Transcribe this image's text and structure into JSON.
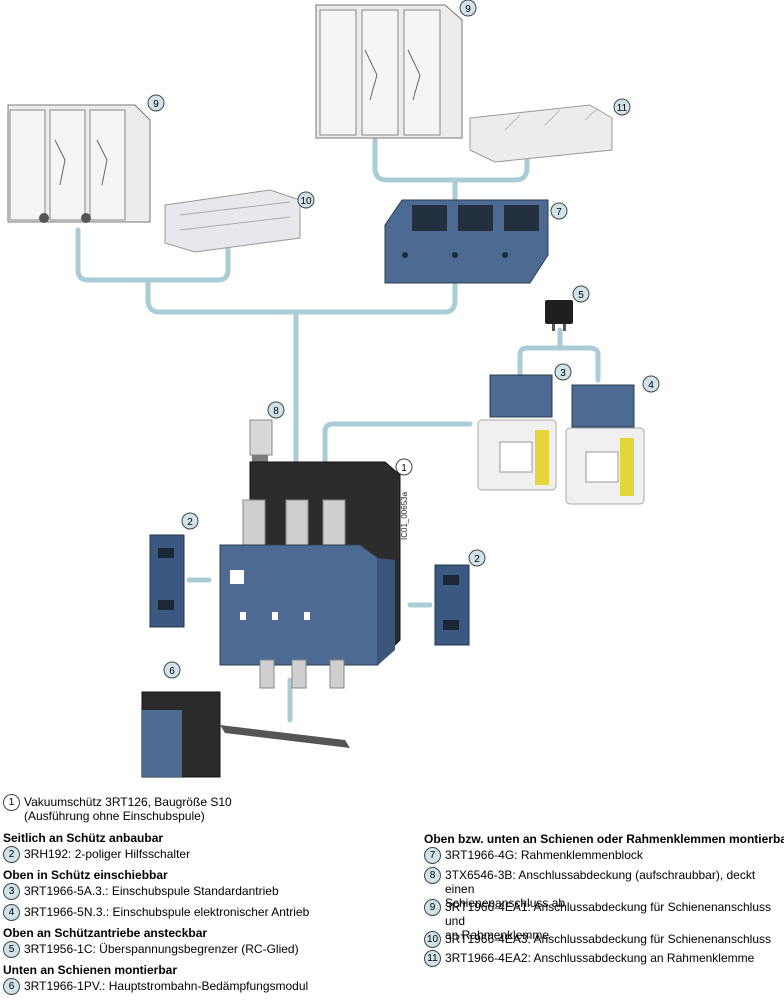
{
  "doc_id": "IC01_00653a",
  "callouts": {
    "c1": "1",
    "c2a": "2",
    "c2b": "2",
    "c3": "3",
    "c4": "4",
    "c5": "5",
    "c6": "6",
    "c7": "7",
    "c8": "8",
    "c9a": "9",
    "c9b": "9",
    "c10": "10",
    "c11": "11"
  },
  "legend": {
    "item1": {
      "num": "1",
      "line1": "Vakuumschütz 3RT126, Baugröße S10",
      "line2": "(Ausführung ohne Einschubspule)"
    },
    "group_side": "Seitlich an Schütz anbaubar",
    "item2": {
      "num": "2",
      "text": "3RH192: 2-poliger Hilfsschalter"
    },
    "group_plug": "Oben in Schütz einschiebbar",
    "item3": {
      "num": "3",
      "text": "3RT1966-5A.3.: Einschubspule Standardantrieb"
    },
    "item4": {
      "num": "4",
      "text": "3RT1966-5N.3.: Einschubspule elektronischer Antrieb"
    },
    "group_top": "Oben an Schützantriebe ansteckbar",
    "item5": {
      "num": "5",
      "text": "3RT1956-1C: Überspannungsbegrenzer (RC-Glied)"
    },
    "group_bottom": "Unten an Schienen montierbar",
    "item6": {
      "num": "6",
      "text": "3RT1966-1PV.: Hauptstrombahn-Bedämpfungsmodul"
    },
    "group_rails": "Oben bzw. unten an Schienen oder Rahmenklemmen montierbar",
    "item7": {
      "num": "7",
      "text": "3RT1966-4G: Rahmenklemmenblock"
    },
    "item8": {
      "num": "8",
      "line1": "3TX6546-3B: Anschlussabdeckung (aufschraubbar), deckt einen",
      "line2": "Schienenanschluss ab"
    },
    "item9": {
      "num": "9",
      "line1": "3RT1966-4EA1: Anschlussabdeckung für Schienenanschluss und",
      "line2": "an Rahmenklemme"
    },
    "item10": {
      "num": "10",
      "text": "3RT1966-4EA3: Anschlussabdeckung für Schienenanschluss"
    },
    "item11": {
      "num": "11",
      "text": "3RT1966-4EA2: Anschlussabdeckung an Rahmenklemme"
    }
  },
  "colors": {
    "connector": "#a9ccd6",
    "contactor_blue": "#4a6a93",
    "dark": "#2f2f2f",
    "badge_fill": "#cfe3ea"
  }
}
